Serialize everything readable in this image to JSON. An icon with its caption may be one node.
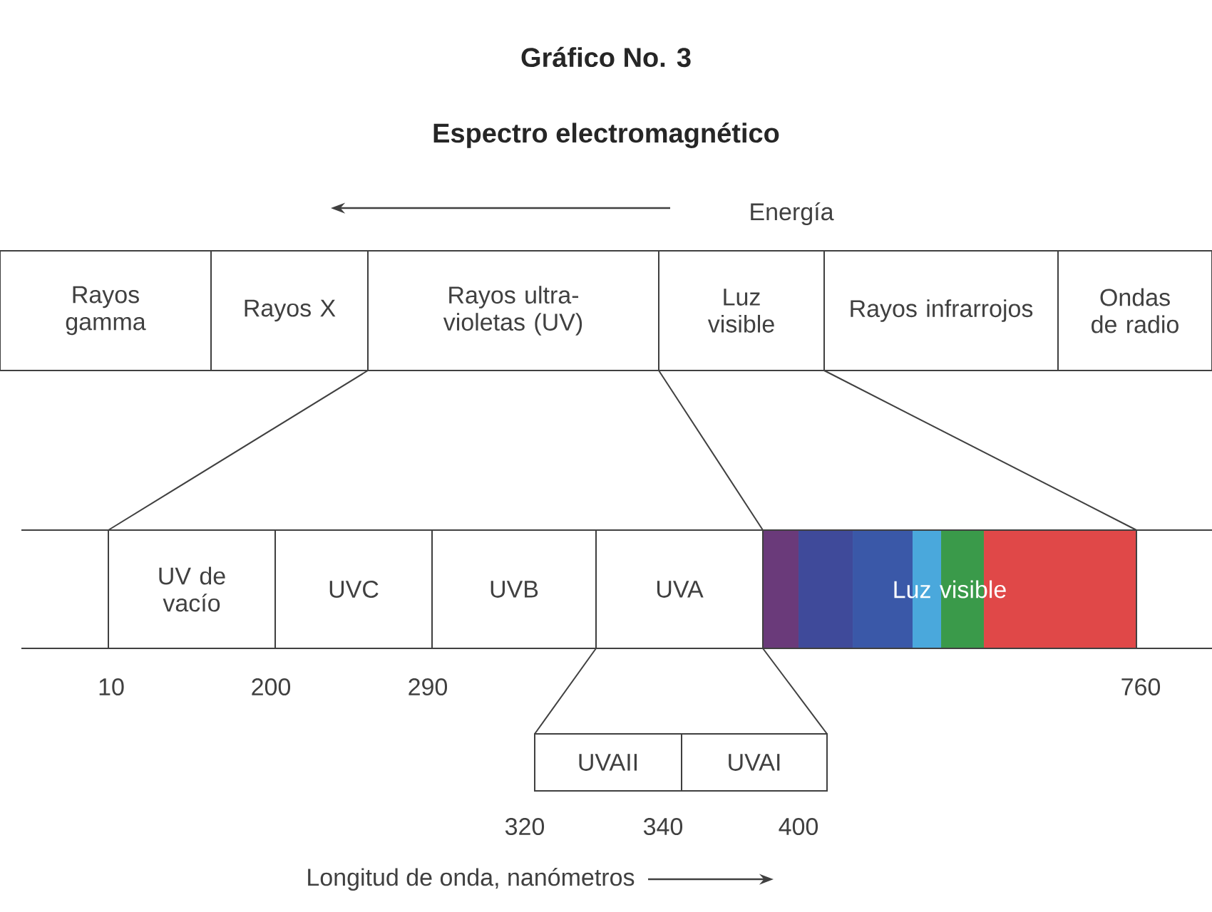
{
  "diagram": {
    "title": "Gráfico No. 3",
    "nodes": [
      {
        "text": [
          "Rayos gamma"
        ]
      },
      {
        "text": [
          "Rayos X"
        ]
      },
      {
        "text": [
          "Rayos ultra- violetas (UV)"
        ]
      },
      {
        "text": [
          "Luz visible"
        ]
      },
      {
        "text": [
          "Rayos infrarrojos"
        ]
      },
      {
        "text": [
          "Ondas de radio"
        ]
      },
      {
        "text": [
          "UV de vacío"
        ]
      },
      {
        "text": [
          "UVC"
        ]
      },
      {
        "text": [
          "UVB"
        ]
      },
      {
        "text": [
          "UVA"
        ]
      },
      {
        "text": [
          "Luz visible"
        ]
      },
      {
        "text": [
          "UVAII"
        ]
      },
      {
        "text": [
          "UVAI"
        ]
      }
    ],
    "edges": [
      {
        "from": 2,
        "to": 6,
        "arrow": "none"
      },
      {
        "from": 2,
        "to": 9,
        "arrow": "none"
      },
      {
        "from": 3,
        "to": 10,
        "arrow": "none"
      },
      {
        "from": 9,
        "to": 11,
        "arrow": "none"
      },
      {
        "from": 9,
        "to": 12,
        "arrow": "none"
      }
    ],
    "labels": [
      "Espectro electromagnético",
      "Energía",
      "10",
      "200",
      "290",
      "760",
      "320",
      "340",
      "400",
      "Longitud de onda, nanómetros"
    ]
  }
}
